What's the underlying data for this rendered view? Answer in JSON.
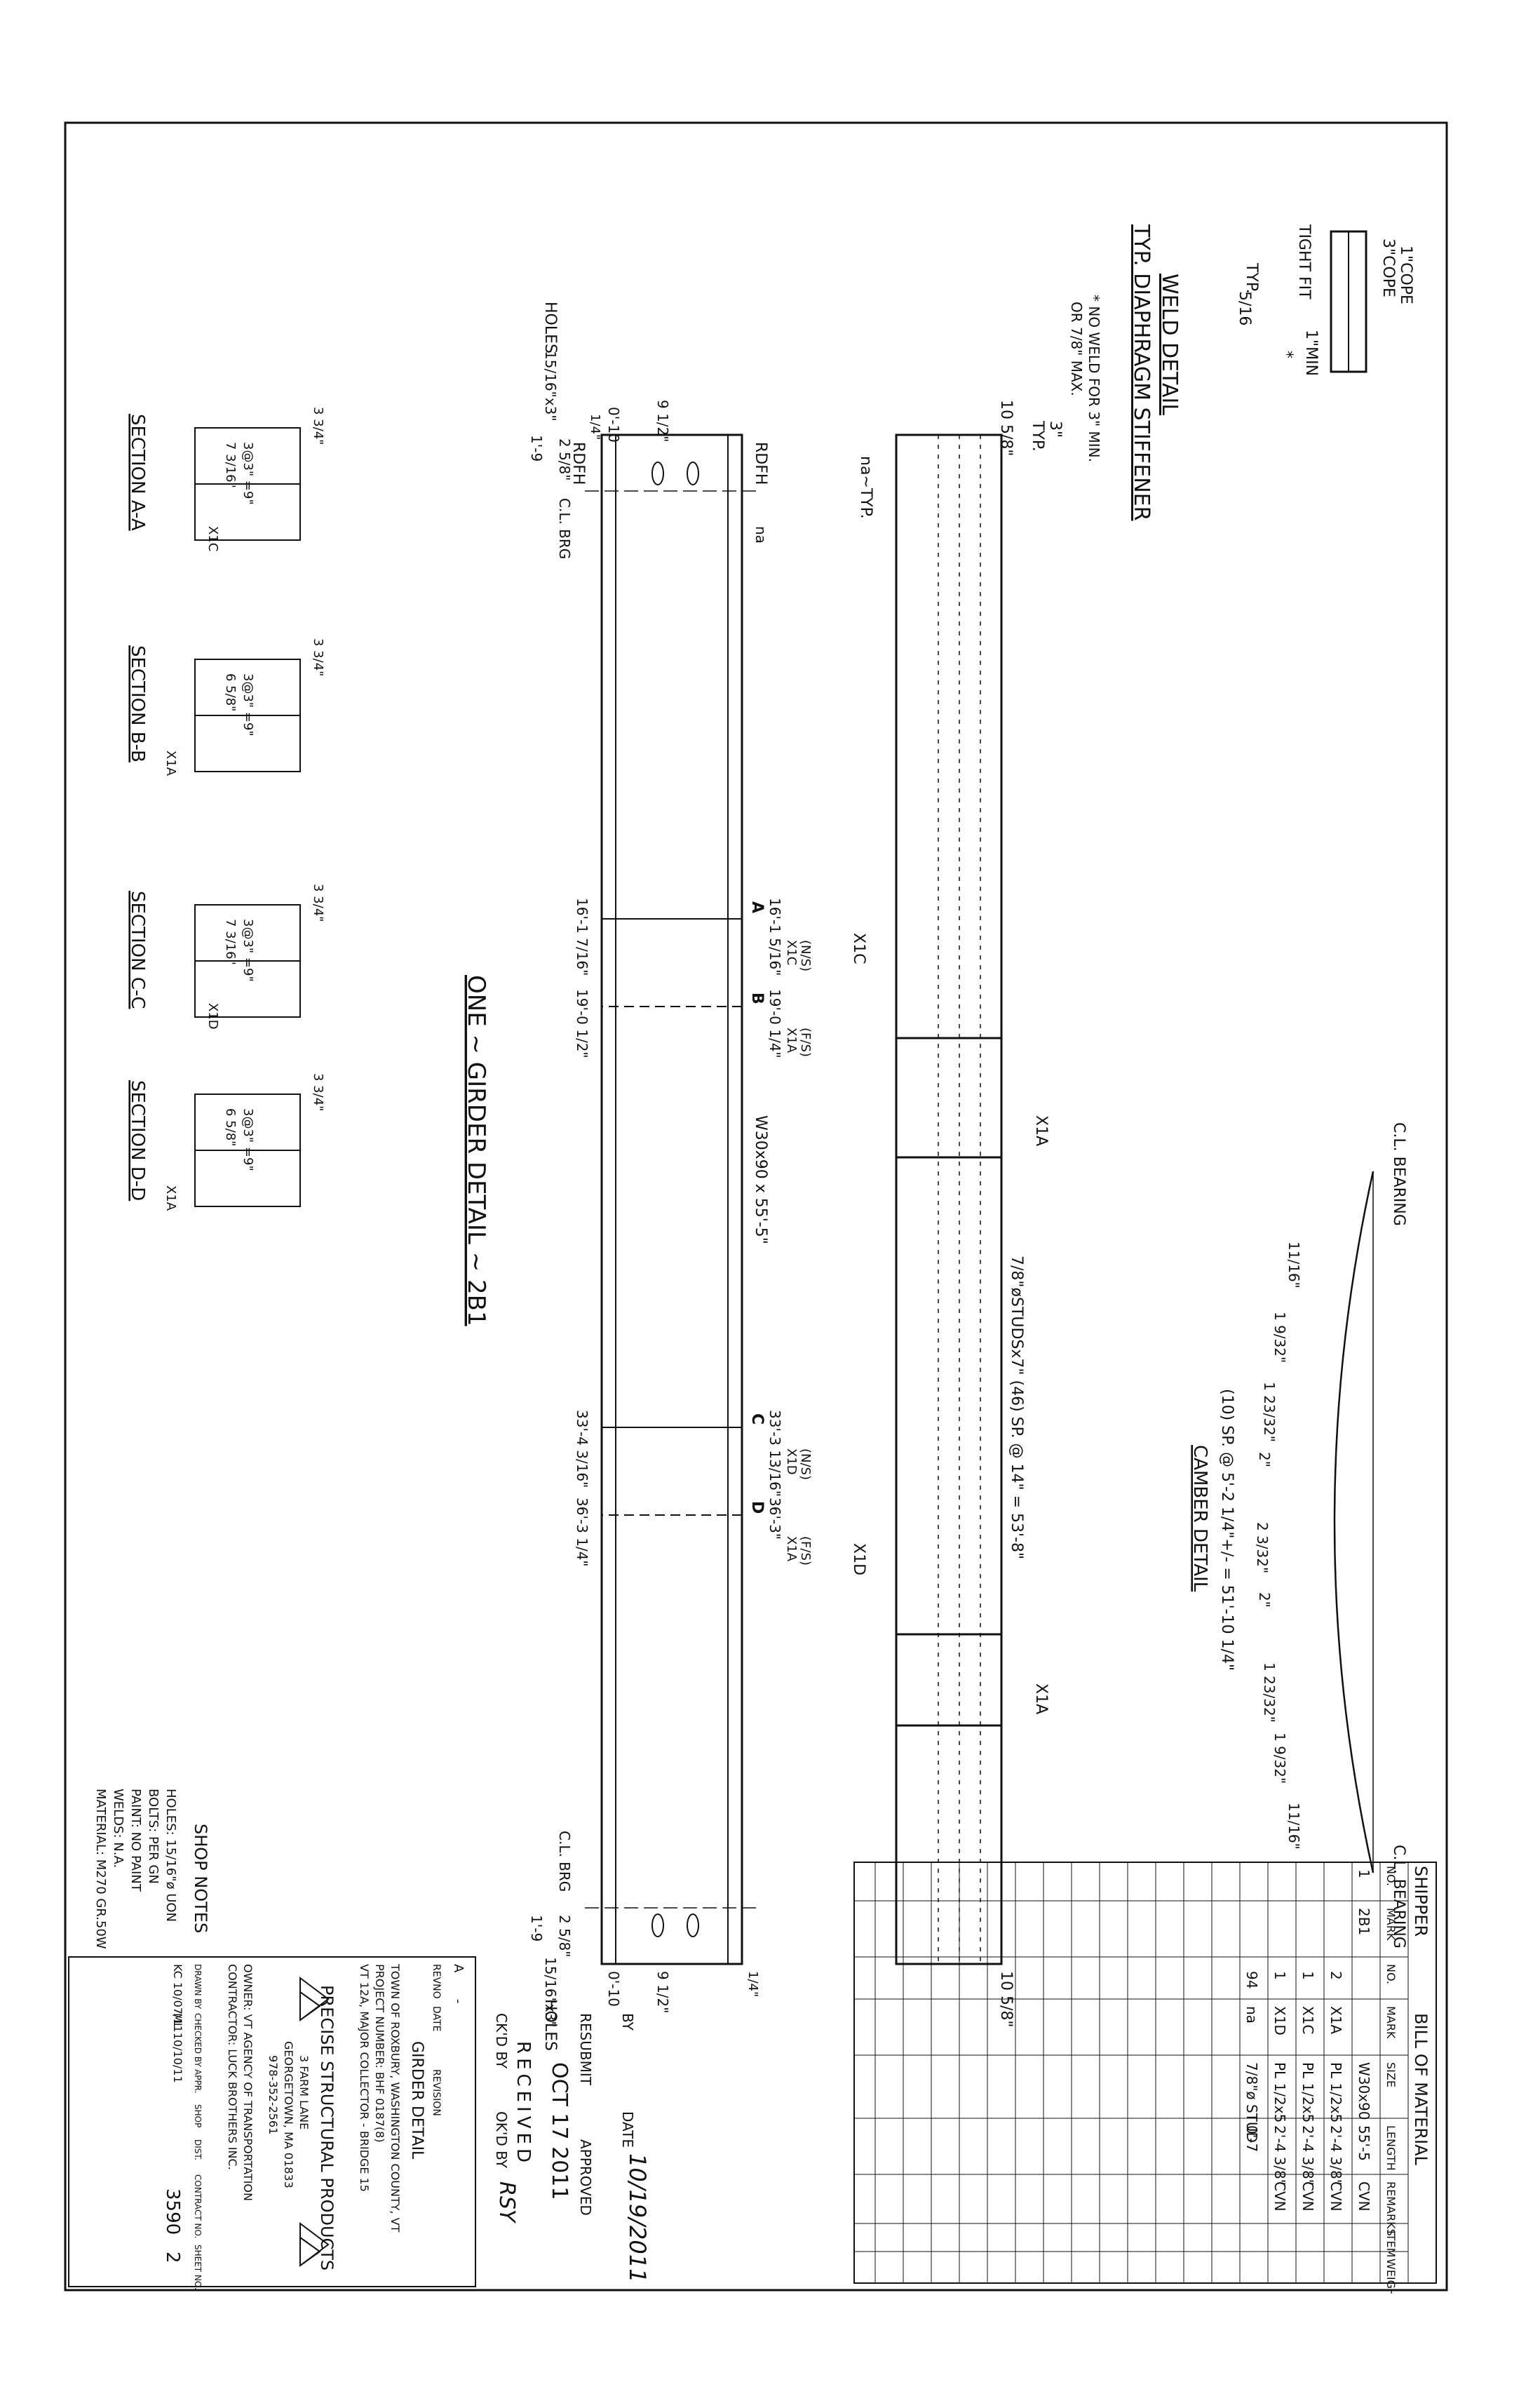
{
  "weld_detail": {
    "title_line1": "TYP. DIAPHRAGM STIFFENER",
    "title_line2": "WELD DETAIL",
    "cope3": "3\"COPE",
    "cope1": "1\"COPE",
    "tight_fit": "TIGHT FIT",
    "min1": "1\"MIN",
    "star": "*",
    "fillet": "5/16",
    "typ": "TYP.",
    "note1": "* NO WELD FOR 3\" MIN.",
    "note2": "OR 7/8\" MAX."
  },
  "stud_elevation": {
    "typ3": "3\"",
    "typ3b": "TYP.",
    "end_dim_left": "10 5/8\"",
    "end_dim_right": "10 5/8\"",
    "na_typ": "na~TYP.",
    "x1c": "X1C",
    "x1a_1": "X1A",
    "x1d": "X1D",
    "x1a_2": "X1A",
    "studs": "7/8\"øSTUDSx7\" (46) SP. @ 14\" = 53'-8\""
  },
  "camber": {
    "cl_bearing_left": "C.L. BEARING",
    "cl_bearing_right": "C.L. BEARING",
    "values": [
      "11/16\"",
      "1 9/32\"",
      "1 23/32\"",
      "2\"",
      "2 3/32\"",
      "2\"",
      "1 23/32\"",
      "1 9/32\"",
      "11/16\""
    ],
    "spacing": "(10) SP. @ 5'-2 1/4\"+/- = 51'-10 1/4\"",
    "title": "CAMBER DETAIL"
  },
  "girder": {
    "holes_left": "HOLES",
    "holes_size_left": "15/16\"x3\"",
    "holes_right": "HOLES",
    "holes_size_right": "15/16\"x3\"",
    "rdfh_top": "RDFH",
    "rdfh_bot": "RDFH",
    "dim_0_10_left": "0'-10",
    "dim_9_left": "9 1/2\"",
    "dim_0_10_right": "0'-10",
    "dim_9_right": "9 1/2\"",
    "dim_2_left": "2 5/8\"",
    "dim_2_right": "2 5/8\"",
    "dim_1_9_left": "1'-9",
    "dim_1_9_right": "1'-9",
    "cl_brg_left": "C.L. BRG",
    "cl_brg_right": "C.L. BRG",
    "quarter": "1/4\"",
    "quarter_right": "1/4\"",
    "na": "na",
    "size": "W30x90 x 55'-5\"",
    "title": "ONE ~ GIRDER DETAIL ~ 2B1",
    "stiffeners": [
      {
        "mark": "A",
        "top": "16'-1 5/16\"",
        "bot": "16'-1 7/16\"",
        "piece": "X1C",
        "side": "(N/S)"
      },
      {
        "mark": "B",
        "top": "19'-0 1/4\"",
        "bot": "19'-0 1/2\"",
        "piece": "X1A",
        "side": "(F/S)"
      },
      {
        "mark": "C",
        "top": "33'-3 13/16\"",
        "bot": "33'-4 3/16\"",
        "piece": "X1D",
        "side": "(N/S)"
      },
      {
        "mark": "D",
        "top": "36'-3\"",
        "bot": "36'-3 1/4\"",
        "piece": "X1A",
        "side": "(F/S)"
      }
    ]
  },
  "sections": [
    {
      "title": "SECTION A-A",
      "depth": "3 3/4\"",
      "spacing": "3@3\" =9\"",
      "edge": "7 3/16\"",
      "piece": "X1C"
    },
    {
      "title": "SECTION B-B",
      "depth": "3 3/4\"",
      "spacing": "3@3\" =9\"",
      "edge": "6 5/8\"",
      "piece": "X1A"
    },
    {
      "title": "SECTION C-C",
      "depth": "3 3/4\"",
      "spacing": "3@3\" =9\"",
      "edge": "7 3/16\"",
      "piece": "X1D"
    },
    {
      "title": "SECTION D-D",
      "depth": "3 3/4\"",
      "spacing": "3@3\" =9\"",
      "edge": "6 5/8\"",
      "piece": "X1A"
    }
  ],
  "bom": {
    "shipper": "SHIPPER",
    "title": "BILL OF MATERIAL",
    "headers_shipper": [
      "NO.",
      "MARK"
    ],
    "headers": [
      "NO.",
      "MARK",
      "SIZE",
      "LENGTH",
      "REMARKS",
      "ITEM",
      "WEIGHT"
    ],
    "shipper_rows": [
      [
        "1",
        "2B1"
      ]
    ],
    "rows": [
      [
        "2",
        "X1A",
        "PL 1/2x5",
        "2'-4 3/8\"",
        "CVN",
        "",
        ""
      ],
      [
        "1",
        "X1C",
        "PL 1/2x5",
        "2'-4 3/8\"",
        "CVN",
        "",
        ""
      ],
      [
        "1",
        "X1D",
        "PL 1/2x5",
        "2'-4 3/8\"",
        "CVN",
        "",
        ""
      ],
      [
        "94",
        "na",
        "7/8\"ø STUD",
        "0'-7",
        "",
        "",
        ""
      ]
    ],
    "main_row": [
      "W30x90",
      "55'-5",
      "CVN"
    ]
  },
  "shop_notes": {
    "title": "SHOP NOTES",
    "lines": [
      "HOLES: 15/16\"ø UON",
      "BOLTS: PER GN",
      "PAINT: NO PAINT",
      "WELDS: N.A.",
      "MATERIAL: M270 GR.50W"
    ]
  },
  "title_block": {
    "revisions": [
      "A",
      "-"
    ],
    "rev_headers": [
      "REVNO",
      "DATE",
      "REVISION"
    ],
    "drawing": "GIRDER DETAIL",
    "town": "TOWN OF ROXBURY, WASHINGTON COUNTY, VT",
    "project": "PROJECT NUMBER: BHF 0187(8)",
    "road": "VT 12A, MAJOR COLLECTOR - BRIDGE 15",
    "company": "PRECISE STRUCTURAL PRODUCTS",
    "address1": "3 FARM LANE",
    "address2": "GEORGETOWN, MA 01833",
    "phone": "978-352-2561",
    "owner": "OWNER: VT AGENCY OF TRANSPORTATION",
    "contractor": "CONTRACTOR: LUCK BROTHERS INC.",
    "foot_headers": [
      "DRAWN BY",
      "CHECKED BY",
      "APPR.",
      "SHOP",
      "DIST.",
      "CONTRACT NO.",
      "SHEET NO."
    ],
    "drawn": "KC 10/07/11",
    "checked": "ML 10/10/11",
    "contract": "3590",
    "sheet": "2"
  },
  "stamp": {
    "received": "RECEIVED",
    "date_stamp": "OCT 17 2011",
    "ckd_by": "CK'D BY",
    "okd_by": "OK'D BY",
    "initials": "RSY",
    "resubmit": "RESUBMIT",
    "approved": "APPROVED",
    "by": "BY",
    "date_label": "DATE",
    "date_hand": "10/19/2011"
  }
}
